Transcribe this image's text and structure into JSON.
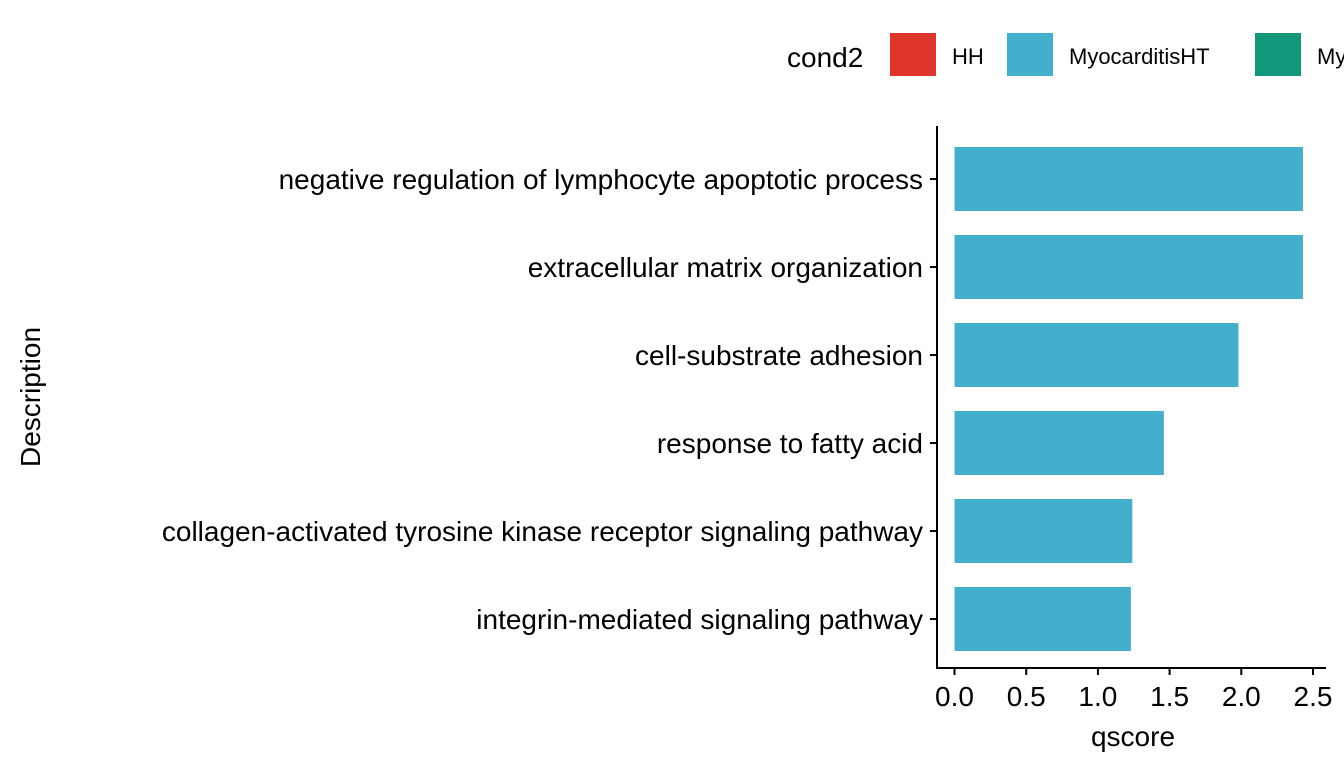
{
  "chart_data": {
    "type": "bar",
    "orientation": "horizontal",
    "xlabel": "qscore",
    "ylabel": "Description",
    "xlim": [
      0,
      2.5
    ],
    "xticks": [
      "0.0",
      "0.5",
      "1.0",
      "1.5",
      "2.0",
      "2.5"
    ],
    "xtick_values": [
      0,
      0.5,
      1.0,
      1.5,
      2.0,
      2.5
    ],
    "categories": [
      "negative regulation of lymphocyte apoptotic process",
      "extracellular matrix organization",
      "cell-substrate adhesion",
      "response to fatty acid",
      "collagen-activated tyrosine kinase receptor signaling pathway",
      "integrin-mediated signaling pathway"
    ],
    "series": [
      {
        "name": "MyocarditisHT",
        "color": "#43AFCD",
        "values": [
          2.43,
          2.43,
          1.98,
          1.46,
          1.24,
          1.23
        ]
      }
    ],
    "legend": {
      "title": "cond2",
      "position": "top",
      "entries": [
        {
          "label": "HH",
          "color": "#E0352B"
        },
        {
          "label": "MyocarditisHT",
          "color": "#43AFCD"
        },
        {
          "label": "My",
          "color": "#13977A"
        }
      ]
    },
    "grid": false
  }
}
